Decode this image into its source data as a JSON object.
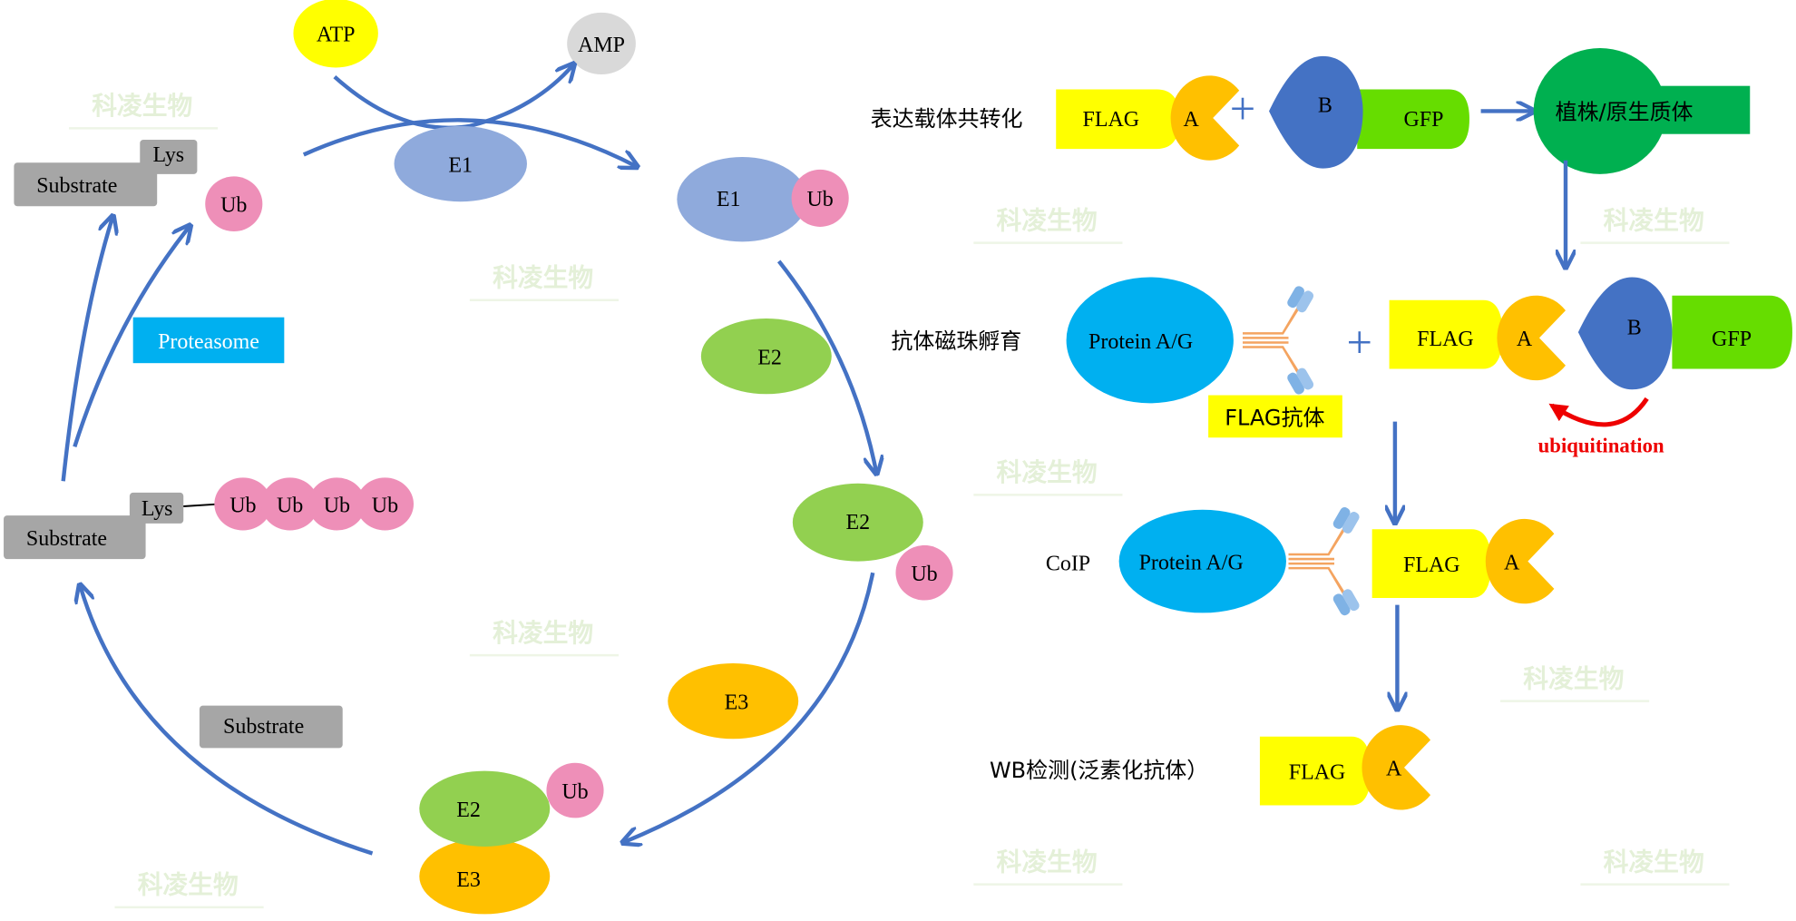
{
  "colors": {
    "arrow": "#4472C4",
    "atp": "#FFFF00",
    "amp": "#D9D9D9",
    "e1": "#8FAADC",
    "e2": "#92D050",
    "e3": "#FFC000",
    "ub": "#EE8FB8",
    "substrate": "#A6A6A6",
    "proteasome": "#00B0F0",
    "flag": "#FFFF00",
    "domain_a": "#FFC000",
    "domain_b": "#4472C4",
    "gfp": "#66DD00",
    "plant": "#00B050",
    "protein_ag": "#00B0F0",
    "ubiquitination": "#EE0000"
  },
  "watermark": "科凌生物",
  "cycle": {
    "atp": "ATP",
    "amp": "AMP",
    "e1": "E1",
    "e1_ub": {
      "e1": "E1",
      "ub": "Ub"
    },
    "substrate_top": {
      "substrate": "Substrate",
      "lys": "Lys"
    },
    "free_ub": "Ub",
    "proteasome": "Proteasome",
    "e2_free": "E2",
    "e2_ub": {
      "e2": "E2",
      "ub": "Ub"
    },
    "e3_free": "E3",
    "substrate_free": "Substrate",
    "e2_e3_ub": {
      "e2": "E2",
      "e3": "E3",
      "ub": "Ub"
    },
    "substrate_poly": {
      "substrate": "Substrate",
      "lys": "Lys",
      "ub_chain": [
        "Ub",
        "Ub",
        "Ub",
        "Ub"
      ]
    }
  },
  "workflow": {
    "step1": {
      "label": "表达载体共转化",
      "flag": "FLAG",
      "a": "A",
      "plus": "+",
      "b": "B",
      "gfp": "GFP",
      "target": "植株/原生质体"
    },
    "step2": {
      "label": "抗体磁珠孵育",
      "protein": "Protein A/G",
      "plus": "+",
      "antibody_label": "FLAG抗体",
      "flag": "FLAG",
      "a": "A",
      "b": "B",
      "gfp": "GFP",
      "ubiquitination": "ubiquitination"
    },
    "step3": {
      "label": "CoIP",
      "protein": "Protein A/G",
      "flag": "FLAG",
      "a": "A"
    },
    "step4": {
      "label": "WB检测(泛素化抗体）",
      "flag": "FLAG",
      "a": "A"
    }
  }
}
